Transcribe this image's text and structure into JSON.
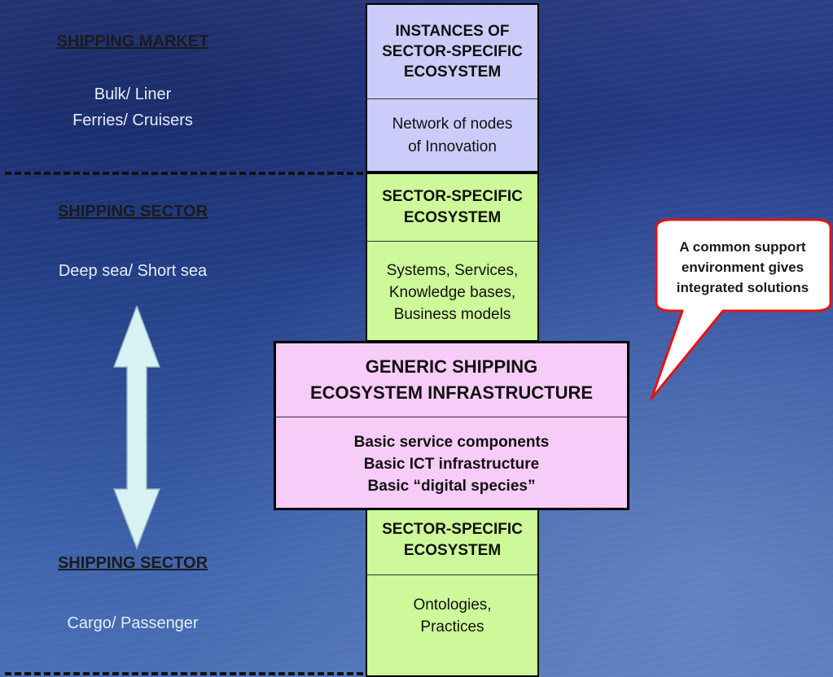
{
  "left": {
    "market_header": "SHIPPING MARKET",
    "market_line1": "Bulk/ Liner",
    "market_line2": "Ferries/ Cruisers",
    "sector1_header": "SHIPPING SECTOR",
    "sector1_text": "Deep sea/ Short sea",
    "sector2_header": "SHIPPING SECTOR",
    "sector2_text": "Cargo/ Passenger"
  },
  "stack": {
    "instances_title": [
      "INSTANCES OF",
      "SECTOR-SPECIFIC",
      "ECOSYSTEM"
    ],
    "instances_body": [
      "Network of nodes",
      "of Innovation"
    ],
    "sector_top_title": [
      "SECTOR-SPECIFIC",
      "ECOSYSTEM"
    ],
    "sector_top_body": [
      "Systems, Services,",
      "Knowledge bases,",
      "Business models"
    ],
    "generic_title": [
      "GENERIC SHIPPING",
      "ECOSYSTEM INFRASTRUCTURE"
    ],
    "generic_body": [
      "Basic service components",
      "Basic ICT infrastructure",
      "Basic “digital species”"
    ],
    "sector_bottom_title": [
      "SECTOR-SPECIFIC",
      "ECOSYSTEM"
    ],
    "sector_bottom_body": [
      "Ontologies,",
      "Practices"
    ]
  },
  "callout": {
    "lines": [
      "A common support",
      "environment gives",
      "integrated solutions"
    ]
  },
  "colors": {
    "lavender": "#ccccfb",
    "green": "#cdf99a",
    "pink": "#f8ccf8",
    "callout_border": "#e01515",
    "arrow_fill": "#d8f2f4"
  }
}
